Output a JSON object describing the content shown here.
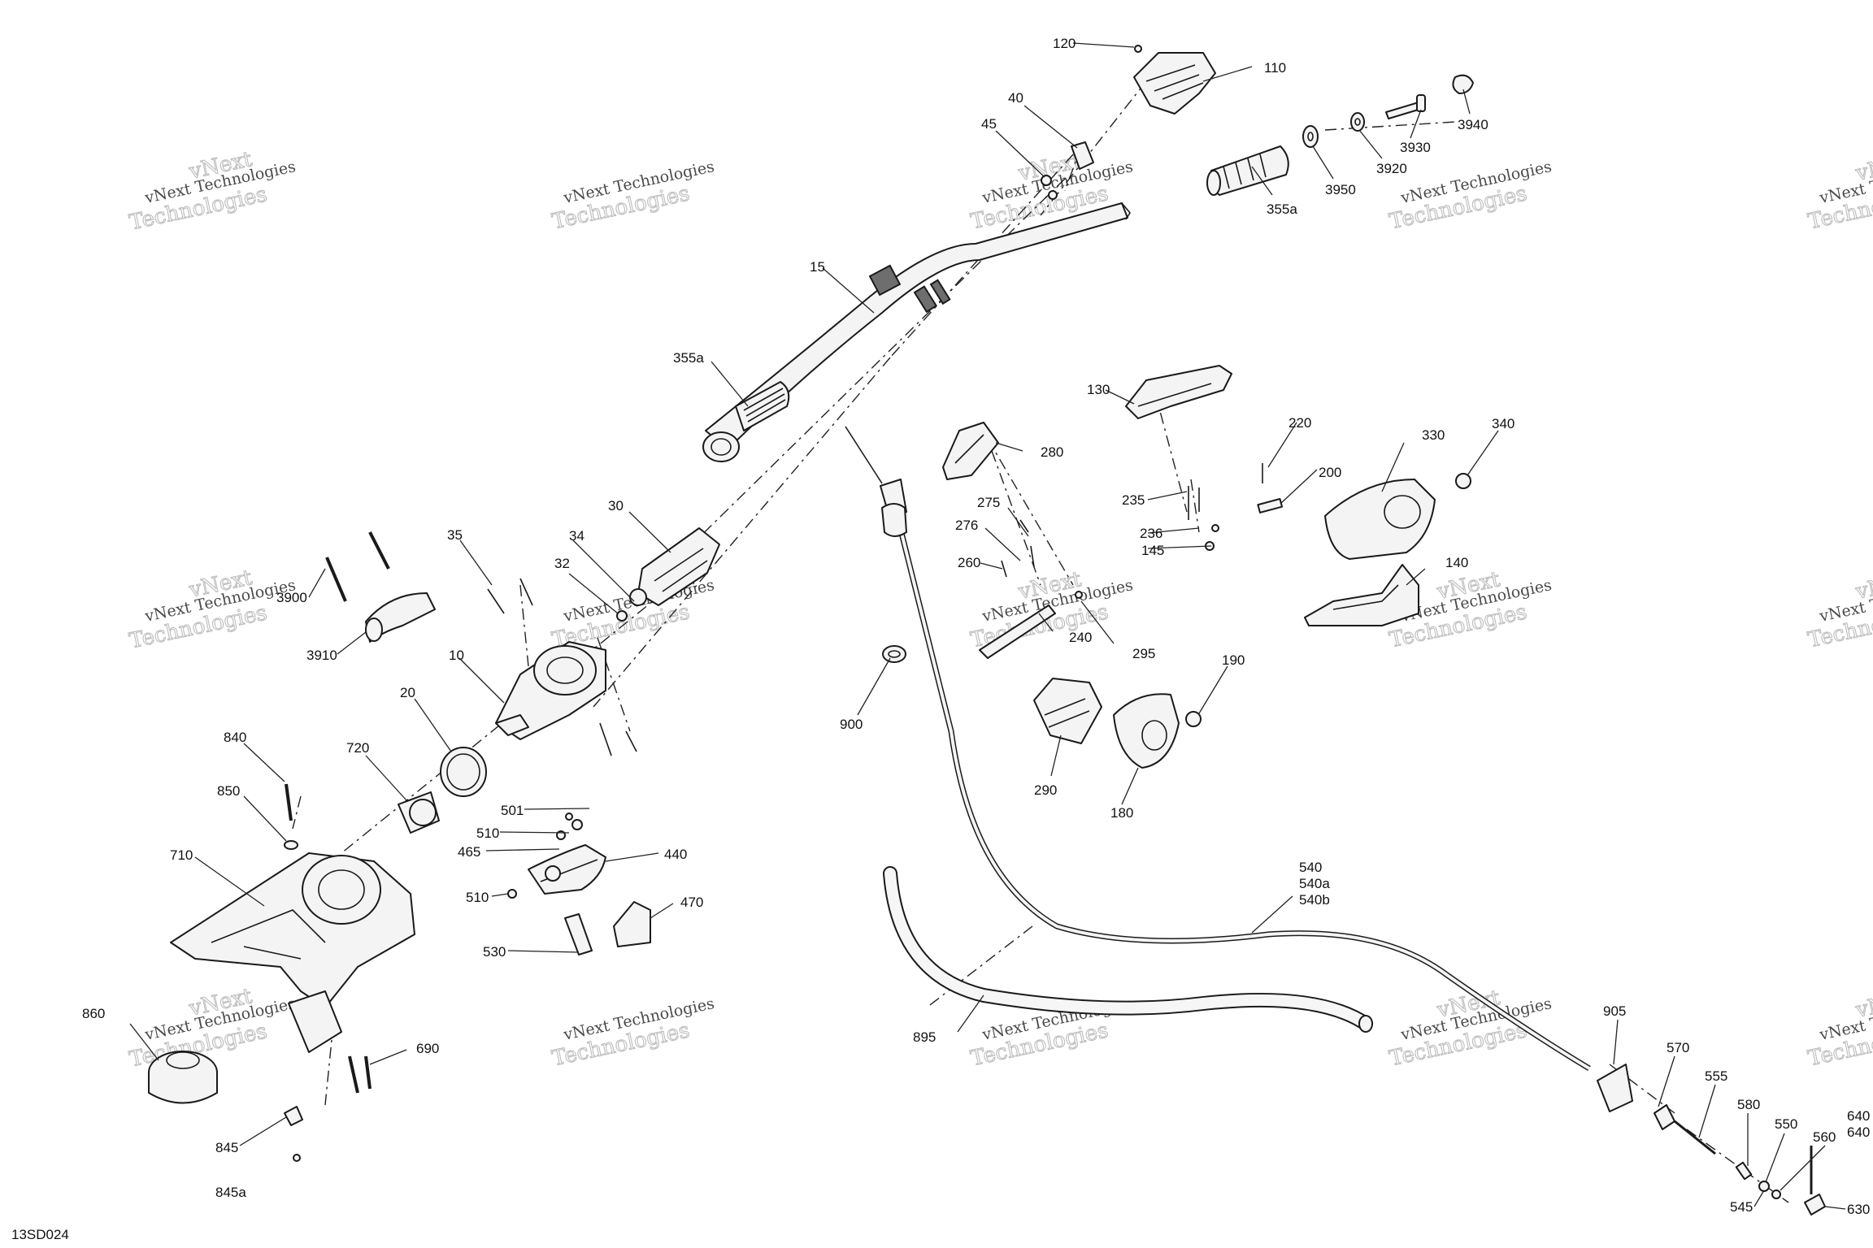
{
  "diagram": {
    "document_id": "13SD024",
    "watermark": {
      "line1": "vNext Technologies",
      "line2": "vNext",
      "line3": "Technologies"
    },
    "callouts": {
      "c120": "120",
      "c110": "110",
      "c40": "40",
      "c45": "45",
      "c3940": "3940",
      "c3930": "3930",
      "c3920": "3920",
      "c3950": "3950",
      "c355a_top": "355a",
      "c15": "15",
      "c355a_left": "355a",
      "c130": "130",
      "c220": "220",
      "c330": "330",
      "c340": "340",
      "c200": "200",
      "c235": "235",
      "c236": "236",
      "c145": "145",
      "c280": "280",
      "c275": "275",
      "c276": "276",
      "c260": "260",
      "c240": "240",
      "c295": "295",
      "c140": "140",
      "c30": "30",
      "c35": "35",
      "c34": "34",
      "c32": "32",
      "c3900": "3900",
      "c3910": "3910",
      "c10": "10",
      "c20": "20",
      "c900": "900",
      "c190": "190",
      "c290": "290",
      "c180": "180",
      "c840": "840",
      "c850": "850",
      "c720": "720",
      "c710": "710",
      "c501": "501",
      "c510a": "510",
      "c465": "465",
      "c440": "440",
      "c510b": "510",
      "c470": "470",
      "c530": "530",
      "c540": "540",
      "c540a": "540a",
      "c540b": "540b",
      "c860": "860",
      "c690": "690",
      "c845": "845",
      "c845a": "845a",
      "c895": "895",
      "c905": "905",
      "c570": "570",
      "c555": "555",
      "c580": "580",
      "c550": "550",
      "c560": "560",
      "c640": "640",
      "c640b": "640",
      "c545": "545",
      "c630": "630"
    }
  }
}
